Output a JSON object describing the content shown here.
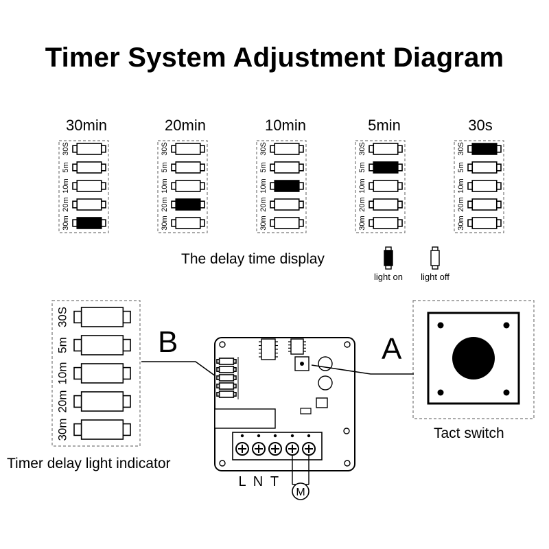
{
  "title": "Timer System Adjustment Diagram",
  "settings": [
    {
      "label": "30min",
      "lit": "30m"
    },
    {
      "label": "20min",
      "lit": "20m"
    },
    {
      "label": "10min",
      "lit": "10m"
    },
    {
      "label": "5min",
      "lit": "5m"
    },
    {
      "label": "30s",
      "lit": "30S"
    }
  ],
  "led_labels": [
    "30S",
    "5m",
    "10m",
    "20m",
    "30m"
  ],
  "legend": {
    "caption": "The delay time display",
    "on_label": "light on",
    "off_label": "light off"
  },
  "callouts": {
    "a": "A",
    "b": "B"
  },
  "tact_switch_label": "Tact switch",
  "timer_indicator_label": "Timer delay light indicator",
  "terminals": {
    "l": "L",
    "n": "N",
    "t": "T",
    "motor": "M"
  }
}
